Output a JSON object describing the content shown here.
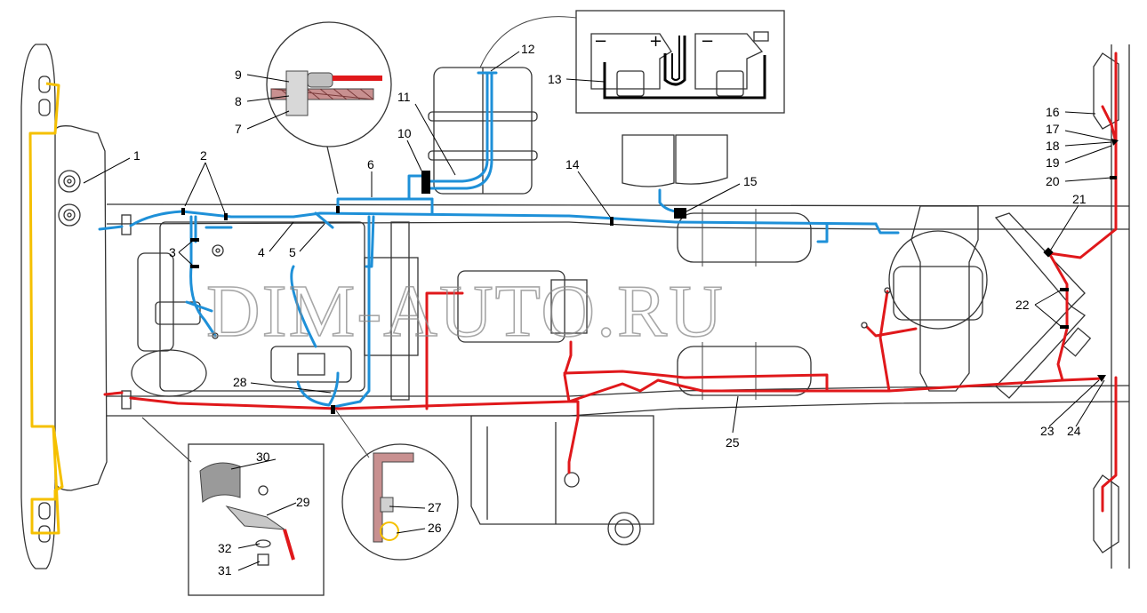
{
  "watermark": "DIM-AUTO.RU",
  "colors": {
    "ground_wire": "#1e90d8",
    "power_wire": "#e0181b",
    "light_wire": "#f5c000"
  },
  "callouts": {
    "c1": "1",
    "c2": "2",
    "c3": "3",
    "c4": "4",
    "c5": "5",
    "c6": "6",
    "c7": "7",
    "c8": "8",
    "c9": "9",
    "c10": "10",
    "c11": "11",
    "c12": "12",
    "c13": "13",
    "c14": "14",
    "c15": "15",
    "c16": "16",
    "c17": "17",
    "c18": "18",
    "c19": "19",
    "c20": "20",
    "c21": "21",
    "c22": "22",
    "c23": "23",
    "c24": "24",
    "c25": "25",
    "c26": "26",
    "c27": "27",
    "c28": "28",
    "c29": "29",
    "c30": "30",
    "c31": "31",
    "c32": "32"
  },
  "battery_symbols": {
    "minus": "−",
    "plus": "+"
  }
}
